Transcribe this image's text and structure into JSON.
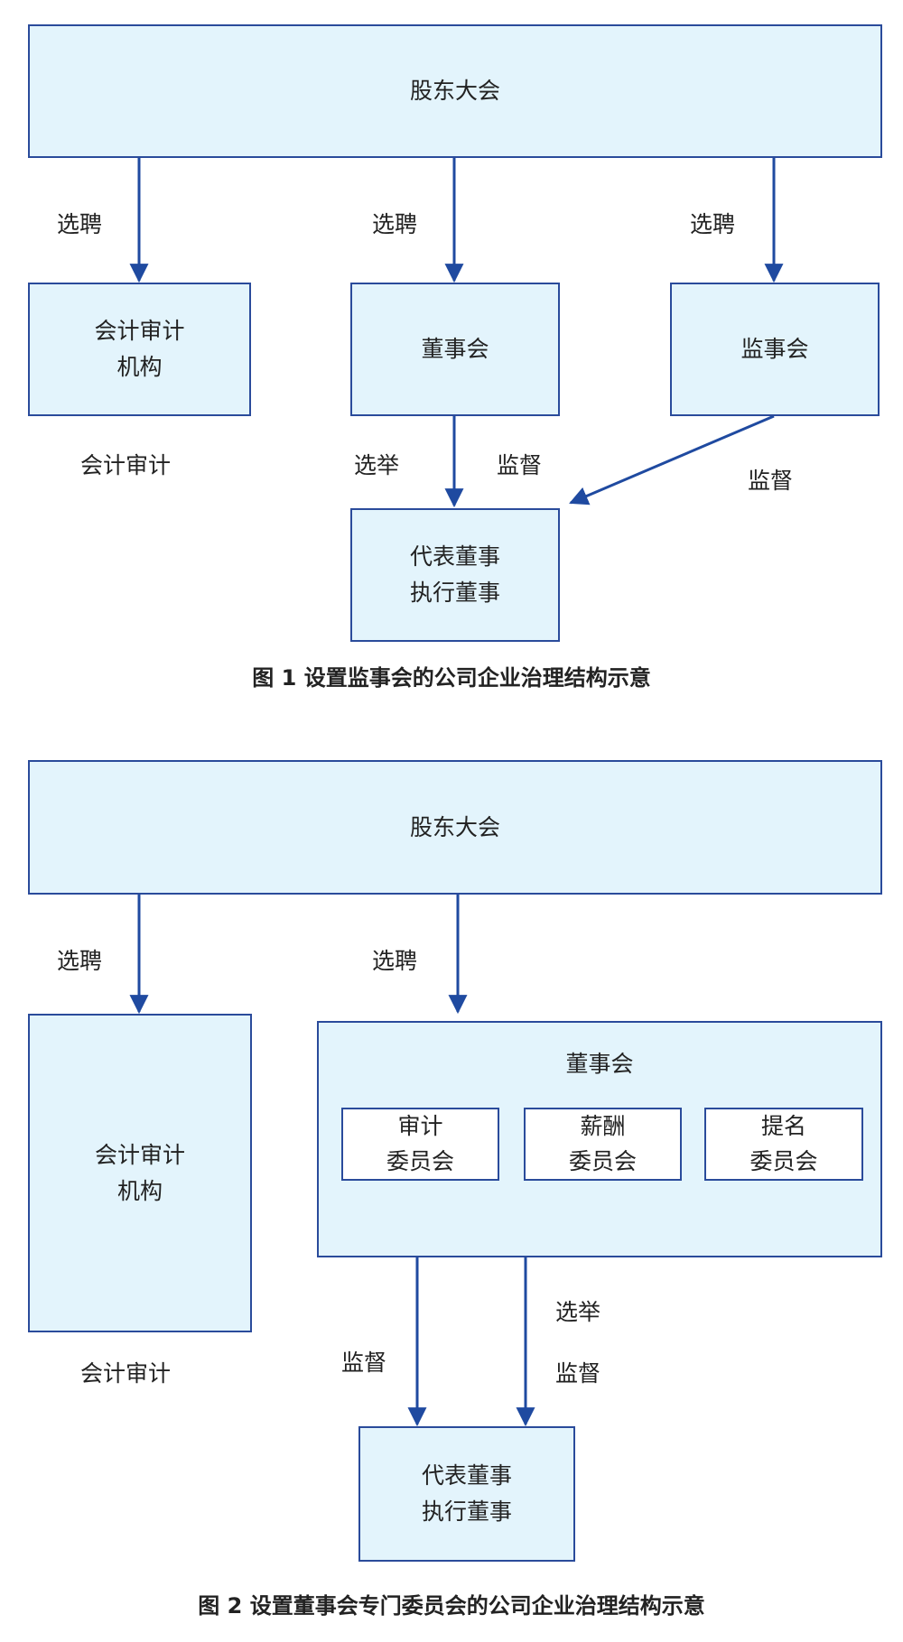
{
  "colors": {
    "box_fill": "#e3f4fc",
    "box_border": "#2a4b9b",
    "arrow": "#1f4aa0"
  },
  "figure1": {
    "caption": "图 1  设置监事会的公司企业治理结构示意",
    "shareholders": "股东大会",
    "audit_org": [
      "会计审计",
      "机构"
    ],
    "board": "董事会",
    "supervisory_board": "监事会",
    "exec": [
      "代表董事",
      "执行董事"
    ],
    "labels": {
      "hire_1": "选聘",
      "hire_2": "选聘",
      "hire_3": "选聘",
      "accounting_audit": "会计审计",
      "elect": "选举",
      "supervise_1": "监督",
      "supervise_2": "监督"
    }
  },
  "figure2": {
    "caption": "图 2  设置董事会专门委员会的公司企业治理结构示意",
    "shareholders": "股东大会",
    "audit_org": [
      "会计审计",
      "机构"
    ],
    "board": "董事会",
    "committees": [
      [
        "审计",
        "委员会"
      ],
      [
        "薪酬",
        "委员会"
      ],
      [
        "提名",
        "委员会"
      ]
    ],
    "exec": [
      "代表董事",
      "执行董事"
    ],
    "labels": {
      "hire_1": "选聘",
      "hire_2": "选聘",
      "accounting_audit": "会计审计",
      "supervise": "监督",
      "elect": "选举",
      "supervise_2": "监督"
    }
  }
}
